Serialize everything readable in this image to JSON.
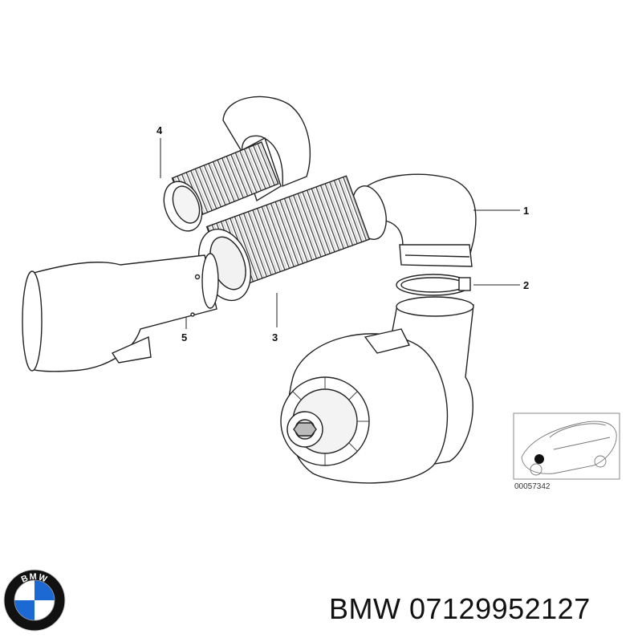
{
  "diagram": {
    "callouts": [
      "1",
      "2",
      "3",
      "4",
      "5"
    ],
    "reference_code": "00057342"
  },
  "brand": {
    "logo_text": "BMW",
    "logo_colors": {
      "ring": "#111111",
      "blue": "#1c69d4",
      "white": "#ffffff"
    }
  },
  "caption": {
    "text": "BMW 07129952127"
  }
}
